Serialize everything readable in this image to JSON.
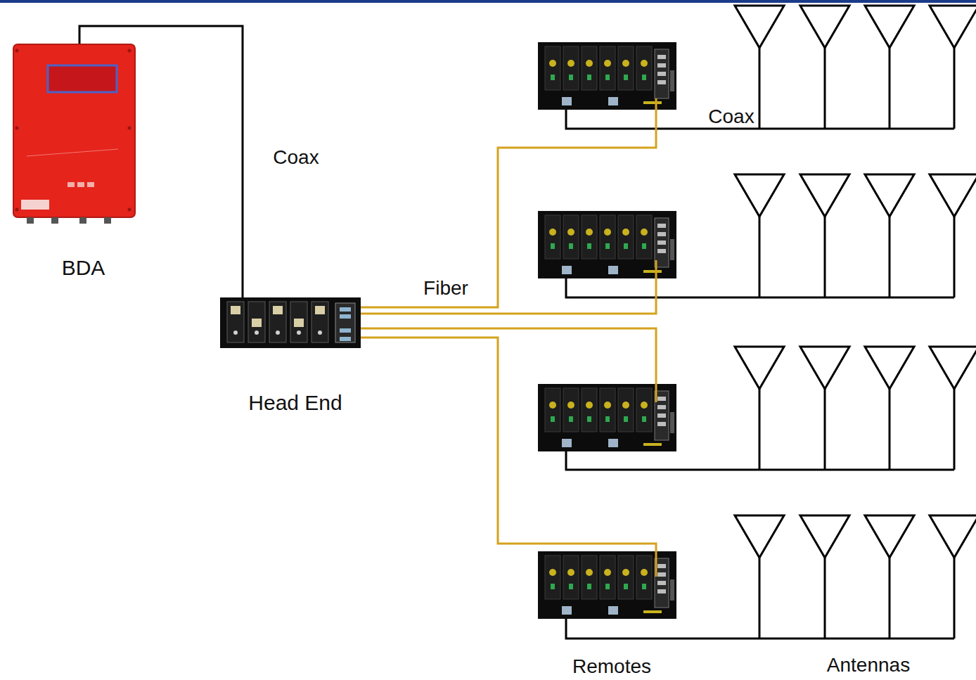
{
  "diagram": {
    "nodes": [
      {
        "text": [
          "BDA"
        ]
      },
      {
        "text": [
          "Head End"
        ]
      }
    ],
    "edges": [
      {
        "from": 0,
        "to": 1,
        "arrow": "none",
        "label": "Coax"
      }
    ],
    "labels": [
      "Fiber",
      "Coax",
      "Remotes",
      "Antennas"
    ]
  }
}
